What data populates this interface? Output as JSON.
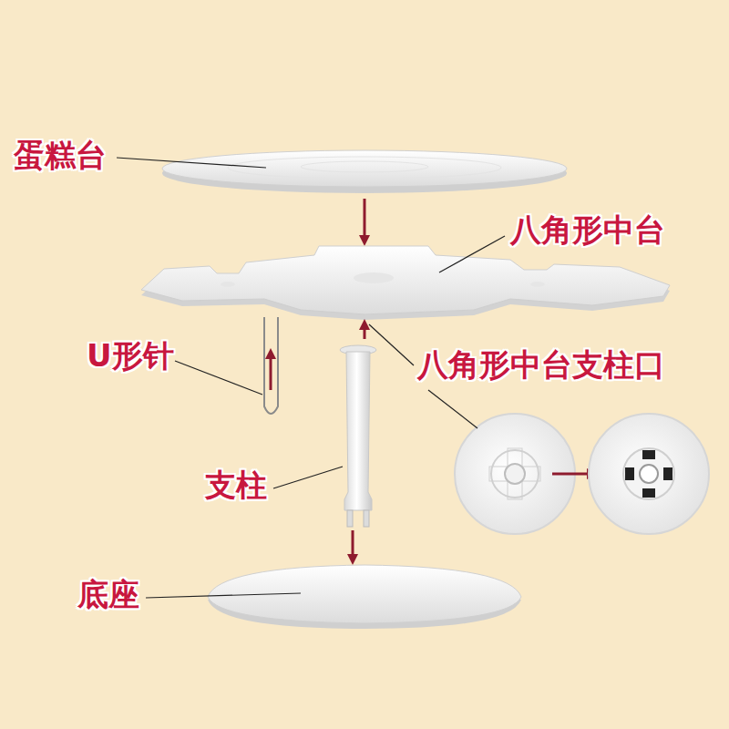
{
  "diagram": {
    "labels": [
      "蛋糕台",
      "八角形中台",
      "U形针",
      "八角形中台支柱口",
      "支柱",
      "底座"
    ]
  }
}
